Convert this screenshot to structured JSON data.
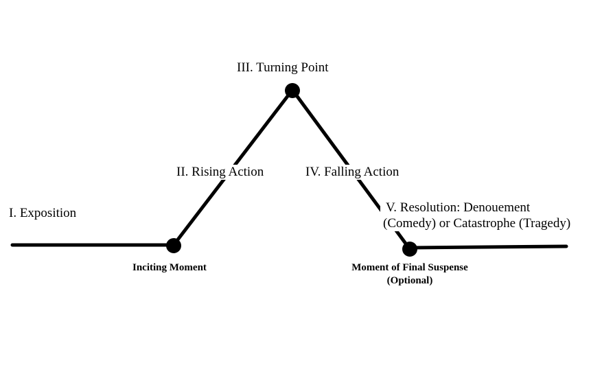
{
  "stages": {
    "exposition": "I.  Exposition",
    "rising_action": "II.  Rising Action",
    "turning_point": "III.  Turning Point",
    "falling_action": "IV.  Falling Action",
    "resolution_line1": "V.  Resolution:  Denouement",
    "resolution_line2": "(Comedy) or Catastrophe (Tragedy)"
  },
  "moments": {
    "inciting": "Inciting Moment",
    "final_suspense_line1": "Moment of Final Suspense",
    "final_suspense_line2": "(Optional)"
  },
  "colors": {
    "line": "#000000",
    "background": "#ffffff"
  }
}
